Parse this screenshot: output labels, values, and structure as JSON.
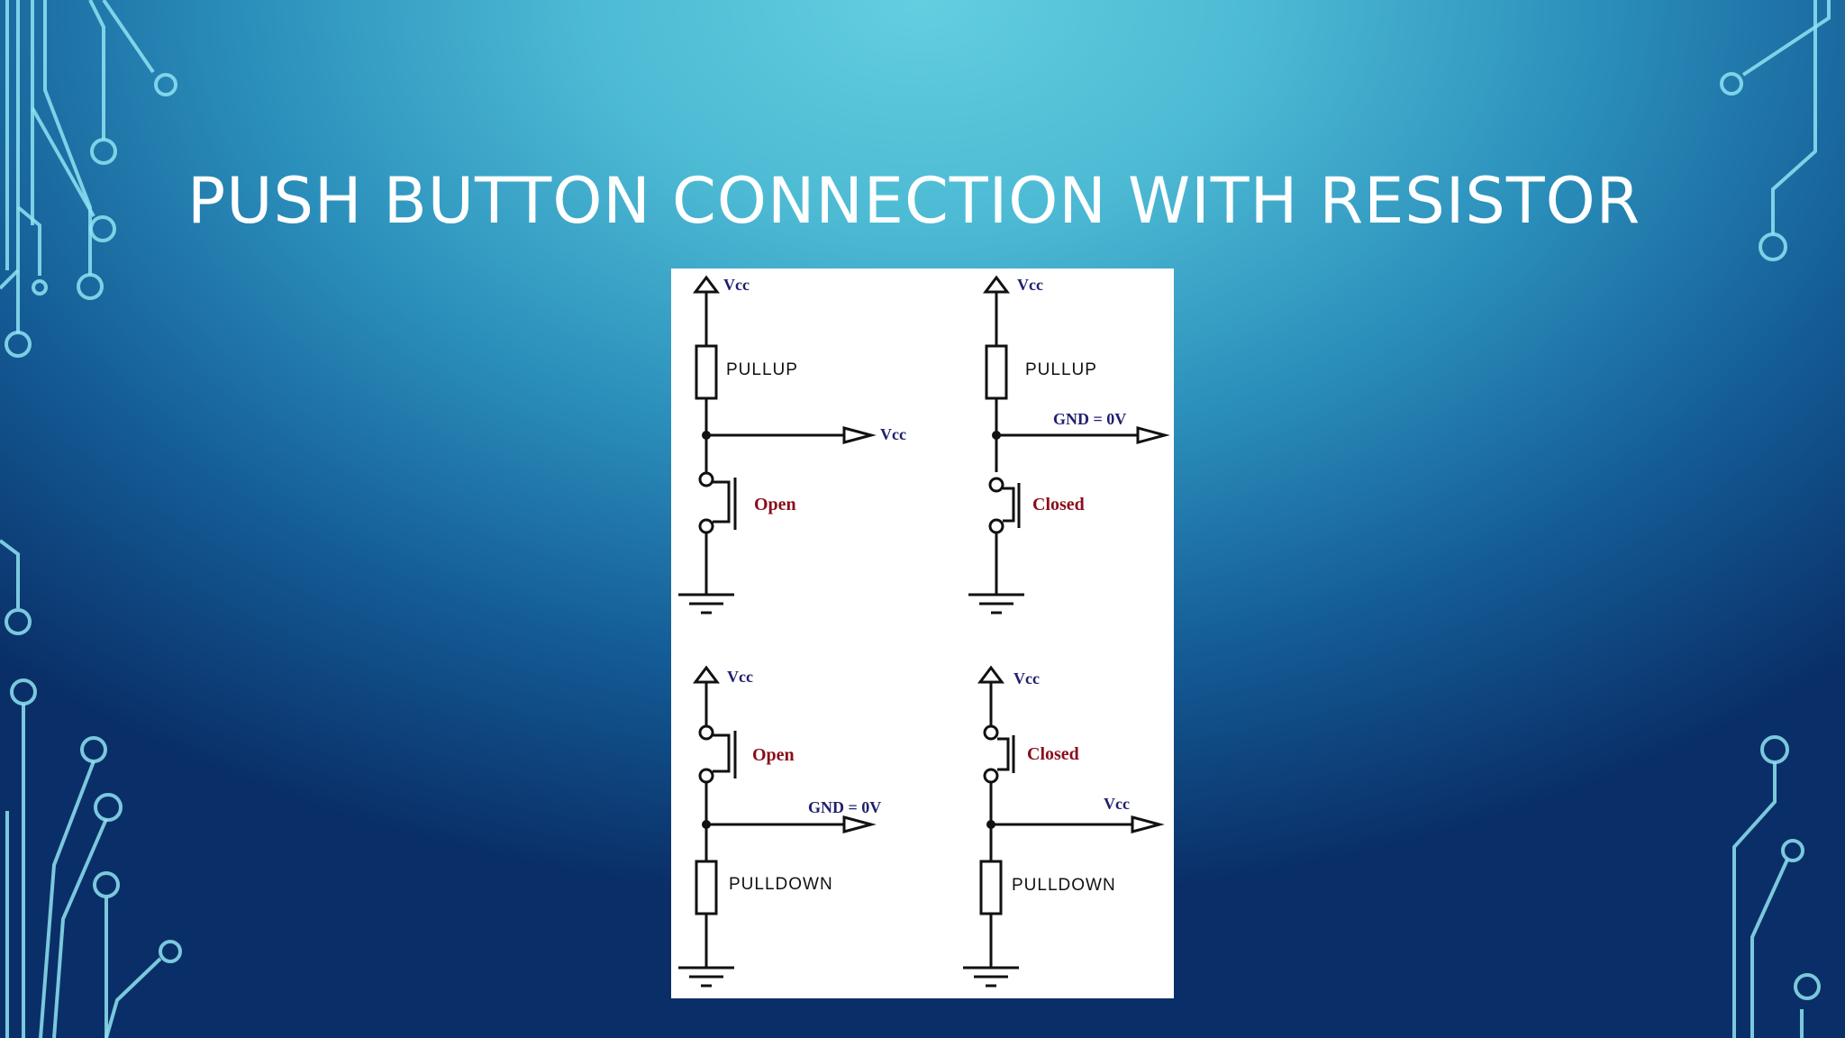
{
  "slide": {
    "title": "PUSH BUTTON CONNECTION WITH RESISTOR"
  },
  "decoration": {
    "icon": "circuit-trace-decoration",
    "color": "#8fe3f2"
  },
  "diagram": {
    "circuits": [
      {
        "supply_label": "Vcc",
        "resistor_label": "PULLUP",
        "output_label": "Vcc",
        "switch_label": "Open"
      },
      {
        "supply_label": "Vcc",
        "resistor_label": "PULLUP",
        "output_label": "GND = 0V",
        "switch_label": "Closed"
      },
      {
        "supply_label": "Vcc",
        "resistor_label": "PULLDOWN",
        "output_label": "GND = 0V",
        "switch_label": "Open"
      },
      {
        "supply_label": "Vcc",
        "resistor_label": "PULLDOWN",
        "output_label": "Vcc",
        "switch_label": "Closed"
      }
    ]
  }
}
